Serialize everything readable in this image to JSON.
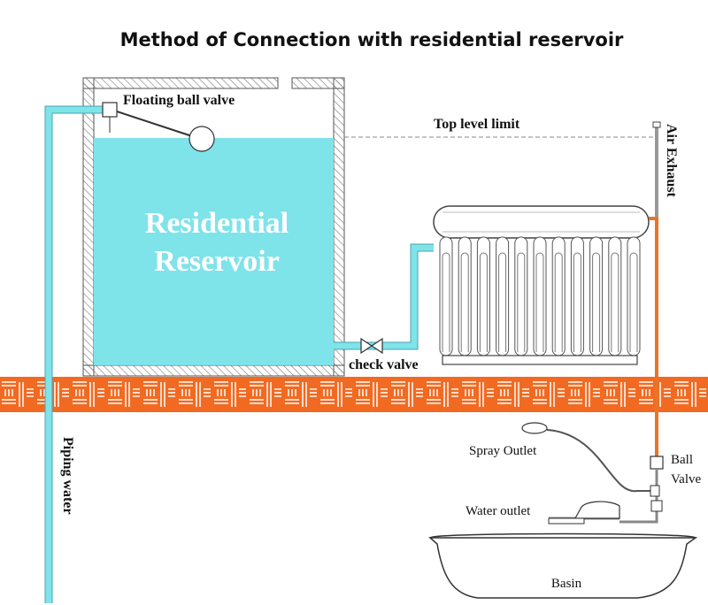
{
  "title": "Method of Connection with residential reservoir",
  "reservoir": {
    "line1": "Residential",
    "line2": "Reservoir"
  },
  "labels": {
    "floating_ball_valve": "Floating ball valve",
    "top_level_limit": "Top level limit",
    "air_exhaust": "Air Exhaust",
    "check_valve": "check valve",
    "piping_water": "Piping water",
    "spray_outlet": "Spray Outlet",
    "ball_valve_1": "Ball",
    "ball_valve_2": "Valve",
    "water_outlet": "Water outlet",
    "basin": "Basin"
  },
  "colors": {
    "water": "#7fe3ea",
    "pipe_cold": "#7fe3ea",
    "pipe_hot": "#e8742a",
    "brick": "#f26a21",
    "wall_hatch": "#888888"
  },
  "collector_tube_count": 11
}
